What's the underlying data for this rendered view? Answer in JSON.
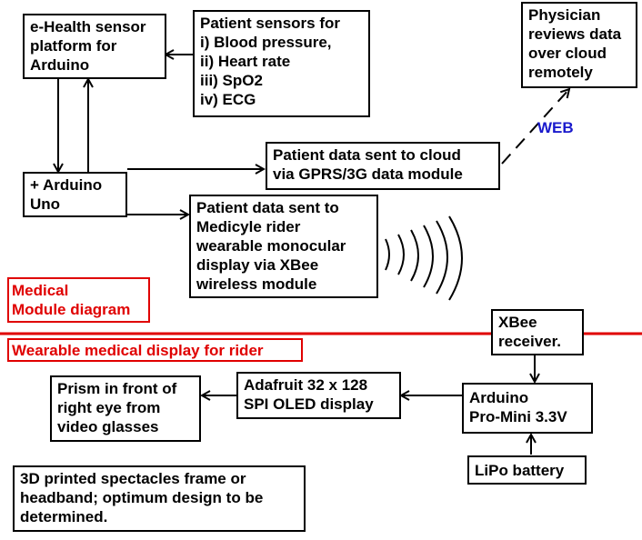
{
  "diagram": {
    "nodes": {
      "ehealth": {
        "lines": [
          "e-Health sensor",
          "platform for",
          "Arduino"
        ]
      },
      "sensors": {
        "lines": [
          "Patient sensors for",
          "i) Blood pressure,",
          "ii) Heart rate",
          "iii) SpO2",
          "iv) ECG"
        ]
      },
      "physician": {
        "lines": [
          "Physician",
          "reviews data",
          "over cloud",
          "remotely"
        ]
      },
      "arduino_uno": {
        "lines": [
          "+ Arduino",
          "Uno"
        ]
      },
      "cloud": {
        "lines": [
          "Patient data sent to cloud",
          "via GPRS/3G data module"
        ]
      },
      "xbee_send": {
        "lines": [
          "Patient data sent to",
          "Medicyle rider",
          "wearable monocular",
          "display via XBee",
          "wireless module"
        ]
      },
      "xbee_receiver": {
        "lines": [
          "XBee",
          "receiver."
        ]
      },
      "arduino_mini": {
        "lines": [
          "Arduino",
          "Pro-Mini 3.3V"
        ]
      },
      "oled": {
        "lines": [
          "Adafruit 32 x 128",
          "SPI OLED display"
        ]
      },
      "prism": {
        "lines": [
          "Prism in front of",
          "right eye from",
          "video glasses"
        ]
      },
      "lipo": {
        "lines": [
          "LiPo battery"
        ]
      },
      "frame": {
        "lines": [
          "3D printed spectacles frame or",
          "headband; optimum design to be",
          "determined."
        ]
      }
    },
    "section_labels": {
      "medical_module": {
        "lines": [
          "Medical",
          "Module diagram"
        ]
      },
      "wearable": {
        "lines": [
          "Wearable medical display for rider"
        ]
      }
    },
    "web_label": "WEB",
    "colors": {
      "section": "#e00000",
      "web": "#1a1acc",
      "lines": "#000000"
    }
  }
}
